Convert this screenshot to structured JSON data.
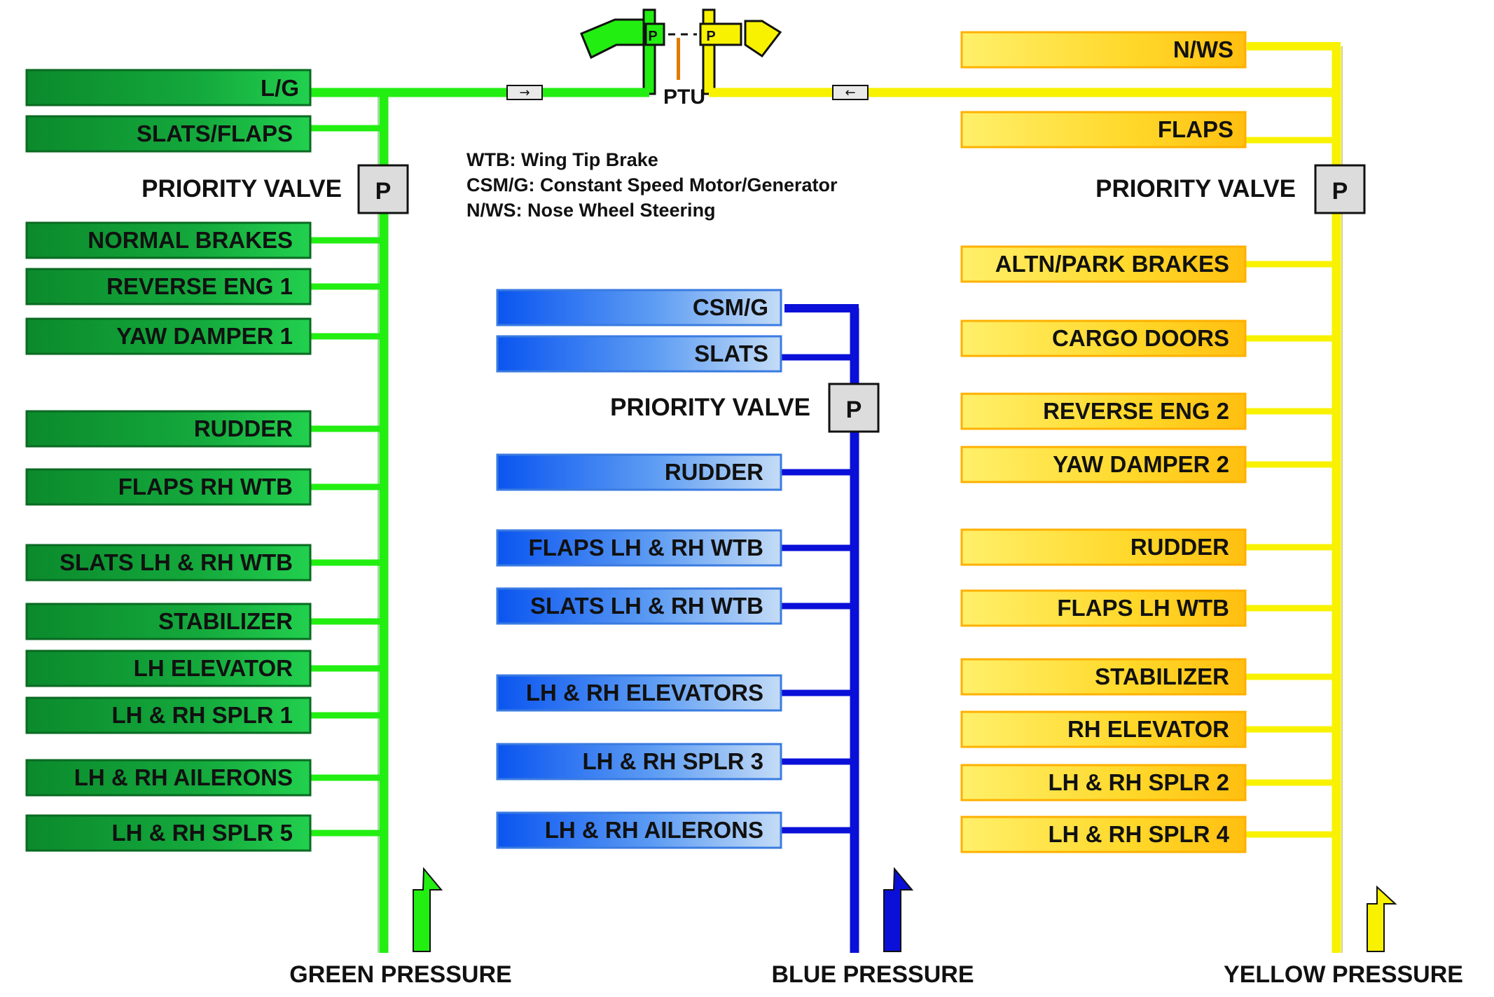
{
  "legend": [
    "WTB: Wing Tip Brake",
    "CSM/G: Constant Speed Motor/Generator",
    "N/WS: Nose Wheel Steering"
  ],
  "ptu": {
    "label": "PTU",
    "port_left": "P",
    "port_right": "P"
  },
  "priority_valve": {
    "label": "PRIORITY VALVE",
    "symbol": "P"
  },
  "colors": {
    "green_line": "#22ee11",
    "green_box": "#11a23a",
    "blue_line": "#0a10d8",
    "blue_box": "#1a6cf0",
    "yellow_line": "#f8f200",
    "yellow_box": "#ffd51e",
    "box_edge_yellow": "#ffb000"
  },
  "green_system": {
    "pressure_label": "GREEN PRESSURE",
    "consumers_above_valve": [
      "L/G",
      "SLATS/FLAPS"
    ],
    "consumers_below_valve": [
      "NORMAL BRAKES",
      "REVERSE ENG 1",
      "YAW DAMPER 1",
      "RUDDER",
      "FLAPS RH WTB",
      "SLATS LH & RH WTB",
      "STABILIZER",
      "LH  ELEVATOR",
      "LH & RH SPLR 1",
      "LH & RH AILERONS",
      "LH & RH SPLR 5"
    ]
  },
  "blue_system": {
    "pressure_label": "BLUE PRESSURE",
    "consumers_above_valve": [
      "CSM/G",
      "SLATS"
    ],
    "consumers_below_valve": [
      "RUDDER",
      "FLAPS LH & RH WTB",
      "SLATS LH & RH WTB",
      "LH & RH ELEVATORS",
      "LH & RH SPLR 3",
      "LH & RH AILERONS"
    ]
  },
  "yellow_system": {
    "pressure_label": "YELLOW PRESSURE",
    "consumers_above_valve": [
      "N/WS",
      "FLAPS"
    ],
    "consumers_below_valve": [
      "ALTN/PARK BRAKES",
      "CARGO DOORS",
      "REVERSE ENG 2",
      "YAW DAMPER 2",
      "RUDDER",
      "FLAPS LH WTB",
      "STABILIZER",
      "RH  ELEVATOR",
      "LH & RH SPLR 2",
      "LH & RH SPLR 4"
    ]
  }
}
